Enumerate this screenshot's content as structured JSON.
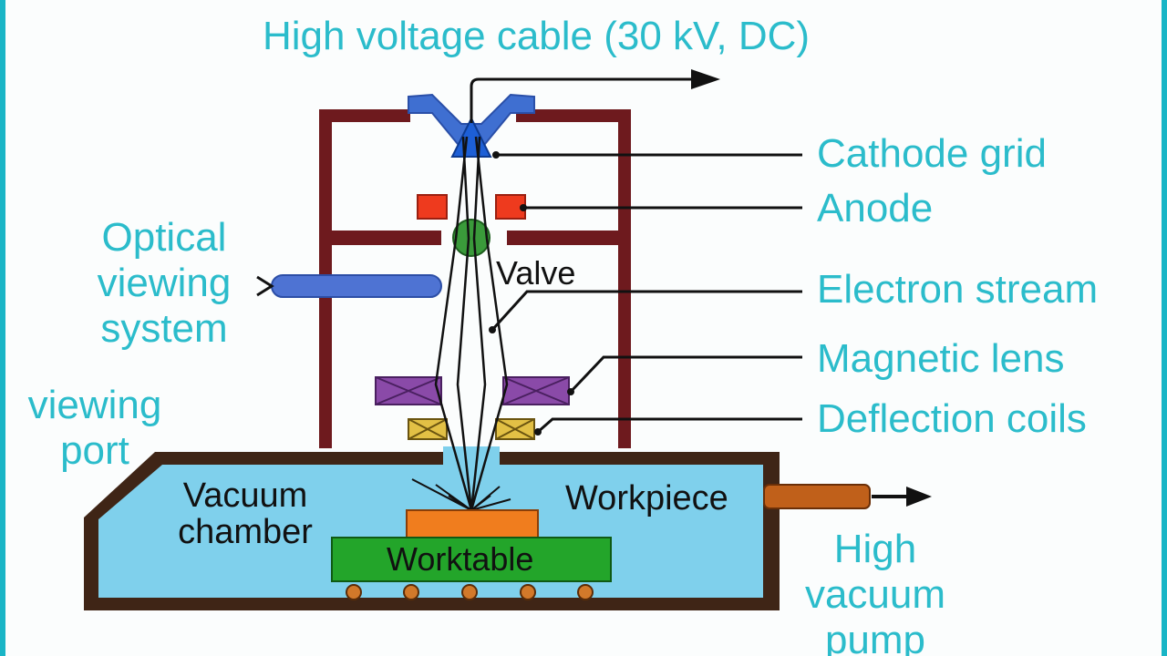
{
  "labels": {
    "title": "High voltage cable (30 kV, DC)",
    "cathode_grid": "Cathode grid",
    "anode": "Anode",
    "electron_stream": "Electron stream",
    "magnetic_lens": "Magnetic lens",
    "deflection_coils": "Deflection coils",
    "optical_viewing_system": [
      "Optical",
      "viewing",
      "system"
    ],
    "viewing_port": [
      "viewing",
      "port"
    ],
    "valve": "Valve",
    "vacuum_chamber": [
      "Vacuum",
      "chamber"
    ],
    "workpiece": "Workpiece",
    "worktable": "Worktable",
    "high_vacuum_pump": [
      "High",
      "vacuum",
      "pump"
    ]
  },
  "colors": {
    "label_text": "#2bbccb",
    "frame_border": "#19b5c6",
    "gun_column": "#6e1a1e",
    "chamber_wall": "#3f2516",
    "vacuum_fill": "#7fd0ec",
    "cathode": "#1d5fd6",
    "cable_holder": "#3f6fd1",
    "anode": "#ee3a1e",
    "valve": "#3a9a3a",
    "optical_tube": "#4e73d3",
    "magnetic_lens": "#8a4aa8",
    "deflection_coils": "#e2c045",
    "workpiece": "#f07d1e",
    "worktable": "#23a52a",
    "rollers": "#d2792a",
    "pump_pipe": "#c0601a",
    "beam": "#111111"
  }
}
